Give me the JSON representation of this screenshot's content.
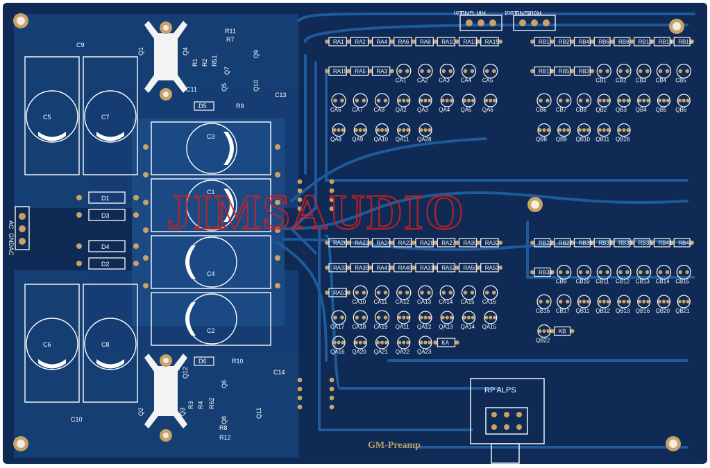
{
  "board": {
    "watermark": "JIMSAUDIO",
    "footer_label": "GM-Preamp",
    "pot_label": "RP ALPS",
    "colors": {
      "board": "#0e2a55",
      "trace": "#1a4f8c",
      "silk": "#ffffff",
      "pad": "#c9a267",
      "watermark": "#d02020",
      "footer": "#b8a06a"
    }
  },
  "connectors": {
    "ac_header": [
      "AC",
      "GND",
      "AC"
    ],
    "input_header": [
      "Rin",
      "GND",
      "Lin"
    ],
    "output_header": [
      "Rout",
      "GND",
      "Lout"
    ]
  },
  "psu": {
    "caps_large": [
      "C5",
      "C7",
      "C6",
      "C8"
    ],
    "caps_mid": [
      "C3",
      "C1",
      "C4",
      "C2"
    ],
    "diodes": [
      "D1",
      "D3",
      "D4",
      "D2"
    ],
    "small_caps": [
      "C9",
      "C10",
      "C11",
      "C13",
      "C14"
    ],
    "transistors": [
      "Q1",
      "Q2",
      "Q3",
      "Q4",
      "Q5",
      "Q6",
      "Q7",
      "Q8",
      "Q9",
      "Q10",
      "Q11",
      "Q12"
    ],
    "resistors": [
      "R11",
      "R7",
      "R1",
      "R2",
      "R51",
      "R9",
      "R10",
      "R12",
      "R8",
      "R3",
      "R4",
      "R62"
    ],
    "zeners": [
      "D5",
      "D6"
    ]
  },
  "channel_a_top": {
    "resistors": [
      "RA1",
      "RA2",
      "RA4",
      "RA6",
      "RA8",
      "RA10",
      "RA13",
      "RA15",
      "RA19",
      "RA5",
      "RA3"
    ],
    "caps": [
      "CA1",
      "CA2",
      "CA3",
      "CA4",
      "CA5",
      "CA6",
      "CA7",
      "CA8"
    ],
    "transistors": [
      "QA2",
      "QA3",
      "QA4",
      "QA5",
      "QA6",
      "QA8",
      "QA9",
      "QA10",
      "QA11",
      "QA28"
    ]
  },
  "channel_b_top": {
    "resistors": [
      "RB1",
      "RB2",
      "RB4",
      "RB6",
      "RB8",
      "RB10",
      "RB13",
      "RB15",
      "RB19",
      "RB5",
      "RB3"
    ],
    "caps": [
      "CB1",
      "CB2",
      "CB3",
      "CB4",
      "CB5",
      "CB6",
      "CB7",
      "CB8"
    ],
    "transistors": [
      "QB2",
      "QB3",
      "QB4",
      "QB5",
      "QB6",
      "QB8",
      "QB9",
      "QB10",
      "QB11",
      "QB28"
    ]
  },
  "channel_a_bottom": {
    "resistors": [
      "RA26",
      "RA23",
      "RA24",
      "RA22",
      "RA28",
      "RA27",
      "RA30",
      "RA32",
      "RA33",
      "RA35",
      "RA41",
      "RA45",
      "RA31",
      "RA52",
      "RA50",
      "RA53",
      "RA51"
    ],
    "caps": [
      "CA10",
      "CA11",
      "CA12",
      "CA13",
      "CA14",
      "CA15",
      "CA16",
      "CA17",
      "CA18",
      "CA19"
    ],
    "transistors": [
      "QA11",
      "QA12",
      "QA13",
      "QA14",
      "QA15",
      "QA16",
      "QA20",
      "QA21",
      "QA22",
      "QA23"
    ],
    "misc": [
      "KA"
    ]
  },
  "channel_b_bottom": {
    "resistors": [
      "RB22",
      "RB27",
      "RB30",
      "RB32",
      "RB33",
      "RB35",
      "RB41",
      "RB45",
      "RB31"
    ],
    "caps": [
      "CB9",
      "CB10",
      "CB11",
      "CB12",
      "CB13",
      "CB14",
      "CB15",
      "CB16",
      "CB17"
    ],
    "transistors": [
      "QB11",
      "QB12",
      "QB13",
      "QB16",
      "QB20",
      "QB21",
      "QB22"
    ],
    "misc": [
      "KB"
    ]
  }
}
